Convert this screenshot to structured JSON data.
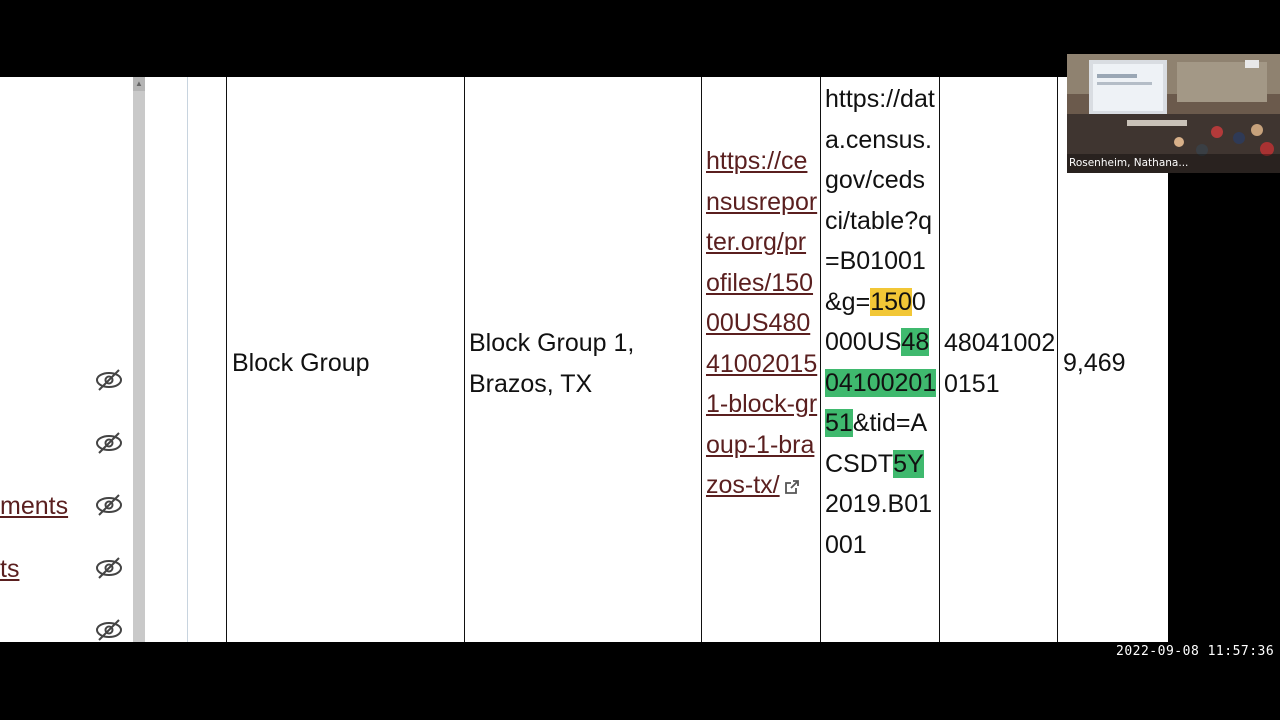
{
  "sidebar": {
    "links": [
      {
        "label": "ments"
      },
      {
        "label": "ts"
      }
    ]
  },
  "table": {
    "row": {
      "type": "Block Group",
      "name": "Block Group 1, Brazos, TX",
      "census_reporter_link": "https://censusreporter.org/profiles/15000US480410020151-block-group-1-brazos-tx/",
      "data_census": {
        "part1": "https://data.census.gov/cedsci/table?q=B01001&g=",
        "yellow": "150",
        "part2": "0000US",
        "green1": "480410020151",
        "part3": "&tid=ACSDT",
        "green2": "5Y",
        "part4": "2019.B01001"
      },
      "geoid": "480410020151",
      "population": "9,469"
    }
  },
  "video": {
    "participant_name": "Rosenheim, Nathana..."
  },
  "timestamp": "2022-09-08  11:57:36",
  "colors": {
    "link": "#5a1f1f",
    "highlight_yellow": "#f2c736",
    "highlight_green": "#3fb96e"
  }
}
